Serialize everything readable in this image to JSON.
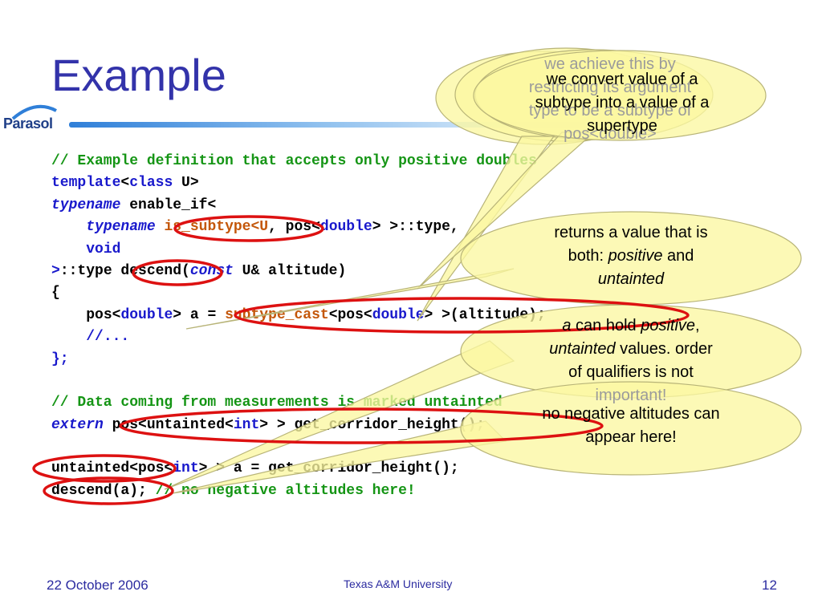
{
  "slide": {
    "title": "Example",
    "logo_text": "Parasol"
  },
  "code": {
    "l1_comment": "// Example definition that accepts only positive doubles",
    "l2_kw": "template",
    "l2_a": "<",
    "l2_kw2": "class",
    "l2_b": " U>",
    "l3_kw": "typename",
    "l3_a": " enable_if<",
    "l4_indent": "    ",
    "l4_kw": "typename",
    "l4_sp": " ",
    "l4_func": "is_subtype<U",
    "l4_a": ", pos<",
    "l4_kw2": "double",
    "l4_b": "> >::type,",
    "l5_indent": "    ",
    "l5_kw": "void",
    "l6_kw": ">",
    "l6_a": "::type descend(",
    "l6_kwi": "const",
    "l6_b": " U& altitude)",
    "l7": "{",
    "l8_indent": "    ",
    "l8_a": "pos<",
    "l8_kw": "double",
    "l8_b": "> a = ",
    "l8_func": "subtype_cast",
    "l8_c": "<pos<",
    "l8_kw2": "double",
    "l8_d": "> >(altitude);",
    "l9_indent": "    ",
    "l9_cmt": "//...",
    "l10": "};",
    "l12_comment": "// Data coming from measurements is marked untainted",
    "l13_kw": "extern",
    "l13_a": " pos<untainted<",
    "l13_kw2": "int",
    "l13_b": "> > get_corridor_height();",
    "l15_a": "untainted<pos<",
    "l15_kw": "int",
    "l15_b": "> > a = get_corridor_height();",
    "l16_a": "descend(a); ",
    "l16_cmt": "// no negative altitudes here!"
  },
  "callouts": {
    "back_top_1": "we achieve this by",
    "back_top_2": "restricting its argument",
    "back_top_3": "type to be a subtype of",
    "back_top_4": "pos<double>",
    "front_top": "we convert value of a subtype into a value of a supertype",
    "returns_1": "returns a value that is",
    "returns_2_a": "both: ",
    "returns_2_b": "positive",
    "returns_2_c": " and",
    "returns_3": "untainted",
    "hold_1_a": "a",
    "hold_1_b": " can hold ",
    "hold_1_c": "positive",
    "hold_1_d": ",",
    "hold_2_a": "untainted",
    "hold_2_b": " values. order",
    "hold_3": "of qualifiers is not",
    "hold_4": "important!",
    "noneg": "no negative altitudes can appear here!"
  },
  "footer": {
    "date": "22 October 2006",
    "center": "Texas A&M University",
    "page": "12"
  },
  "colors": {
    "title": "#3333aa",
    "keyword": "#1919cc",
    "comment": "#159515",
    "highlight": "#c4570a",
    "callout_fill": "#fbf7a2",
    "ellipse": "#dd1111"
  }
}
